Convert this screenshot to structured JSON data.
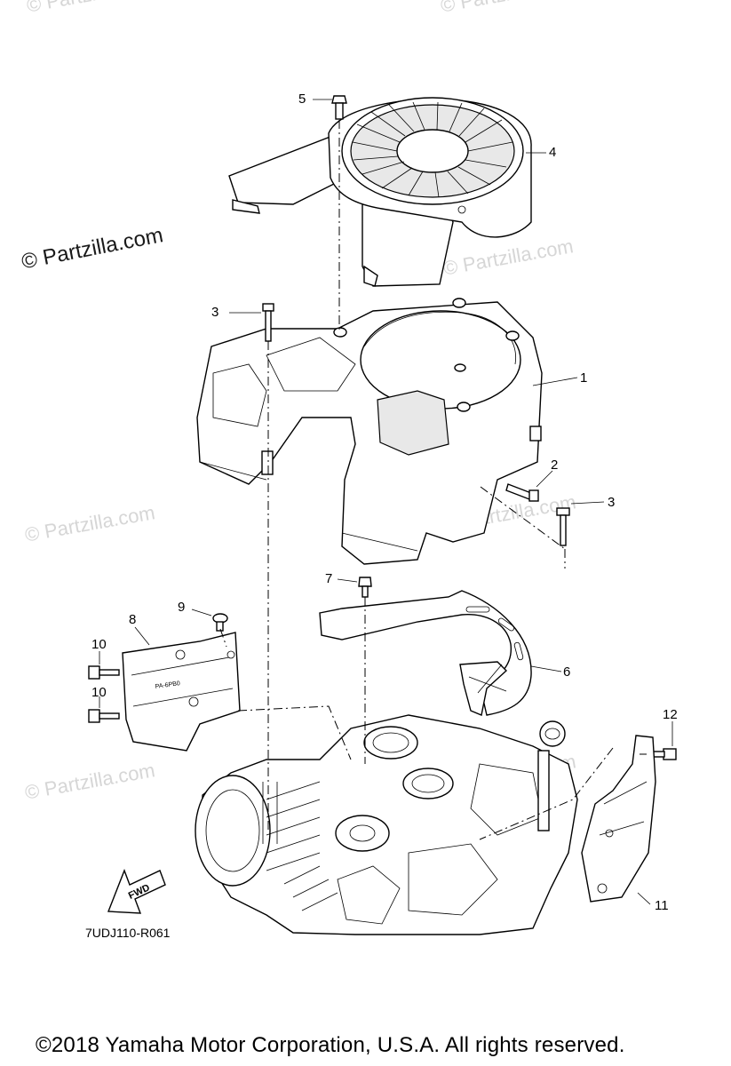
{
  "watermarks": {
    "text": "© Partzilla.com",
    "main": "© Partzilla.com"
  },
  "callouts": [
    {
      "id": "c1",
      "label": "1"
    },
    {
      "id": "c2",
      "label": "2"
    },
    {
      "id": "c3a",
      "label": "3"
    },
    {
      "id": "c3b",
      "label": "3"
    },
    {
      "id": "c4",
      "label": "4"
    },
    {
      "id": "c5",
      "label": "5"
    },
    {
      "id": "c6",
      "label": "6"
    },
    {
      "id": "c7",
      "label": "7"
    },
    {
      "id": "c8",
      "label": "8"
    },
    {
      "id": "c9",
      "label": "9"
    },
    {
      "id": "c10a",
      "label": "10"
    },
    {
      "id": "c10b",
      "label": "10"
    },
    {
      "id": "c11",
      "label": "11"
    },
    {
      "id": "c12",
      "label": "12"
    }
  ],
  "diagram_code": "7UDJ110-R061",
  "fwd_label": "FWD",
  "cover_marking": "PA-6PB0",
  "copyright": "©2018  Yamaha Motor Corporation, U.S.A. All rights reserved."
}
